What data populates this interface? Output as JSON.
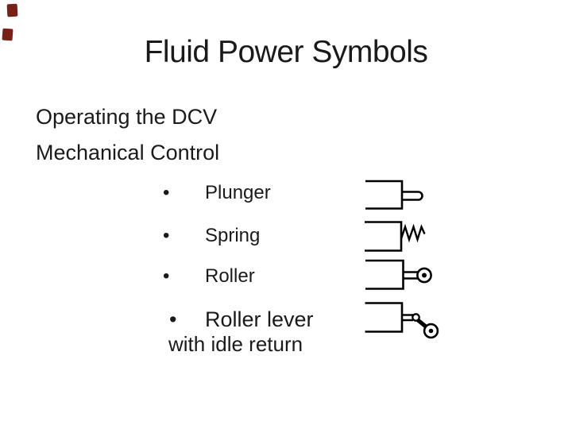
{
  "slide": {
    "title": "Fluid Power Symbols",
    "body": {
      "line1": "Operating the DCV",
      "line2": "Mechanical Control"
    },
    "bullet_char": "•",
    "bullets": [
      {
        "label": "Plunger"
      },
      {
        "label": "Spring"
      },
      {
        "label": "Roller"
      },
      {
        "label": "Roller lever",
        "continuation": "with idle return"
      }
    ],
    "symbols": [
      {
        "name": "plunger-symbol"
      },
      {
        "name": "spring-symbol"
      },
      {
        "name": "roller-symbol"
      },
      {
        "name": "roller-lever-with-idle-return-symbol"
      }
    ],
    "colors": {
      "background": "#ffffff",
      "text": "#1a1a1a",
      "symbol_stroke": "#000000",
      "corner_marks": "#7b2016"
    }
  }
}
